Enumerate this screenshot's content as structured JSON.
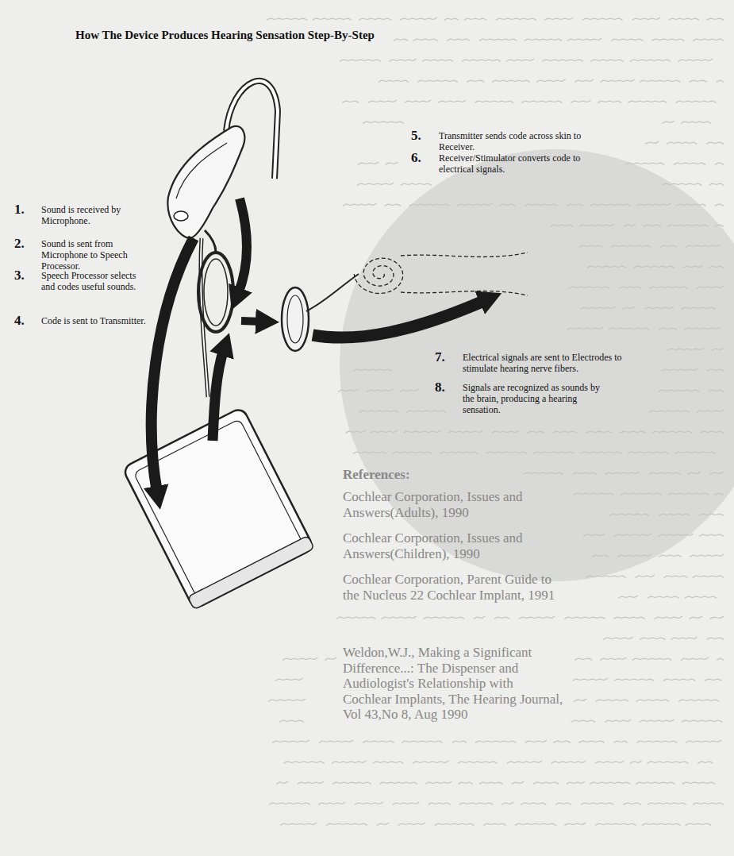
{
  "diagram": {
    "title": "How The Device Produces Hearing Sensation Step-By-Step",
    "labels": [
      "1.",
      "Sound is received by Microphone.",
      "2.",
      "Sound is sent from Microphone to Speech Processor.",
      "3.",
      "Speech Processor selects and codes useful sounds.",
      "4.",
      "Code is sent to Transmitter.",
      "5.",
      "Transmitter sends code across skin to Receiver.",
      "6.",
      "Receiver/Stimulator converts code to electrical signals.",
      "7.",
      "Electrical signals are sent to Electrodes to stimulate hearing nerve fibers.",
      "8.",
      "Signals are recognized as sounds by the brain, producing a hearing sensation.",
      "References:",
      "Cochlear Corporation, Issues and Answers(Adults), 1990",
      "Cochlear Corporation, Issues and Answers(Children), 1990",
      "Cochlear Corporation, Parent Guide to the Nucleus 22 Cochlear Implant, 1991",
      "Weldon,W.J., Making a Significant Difference...: The Dispenser and Audiologist's Relationship with Cochlear Implants, The Hearing Journal, Vol 43,No 8, Aug 1990"
    ]
  }
}
